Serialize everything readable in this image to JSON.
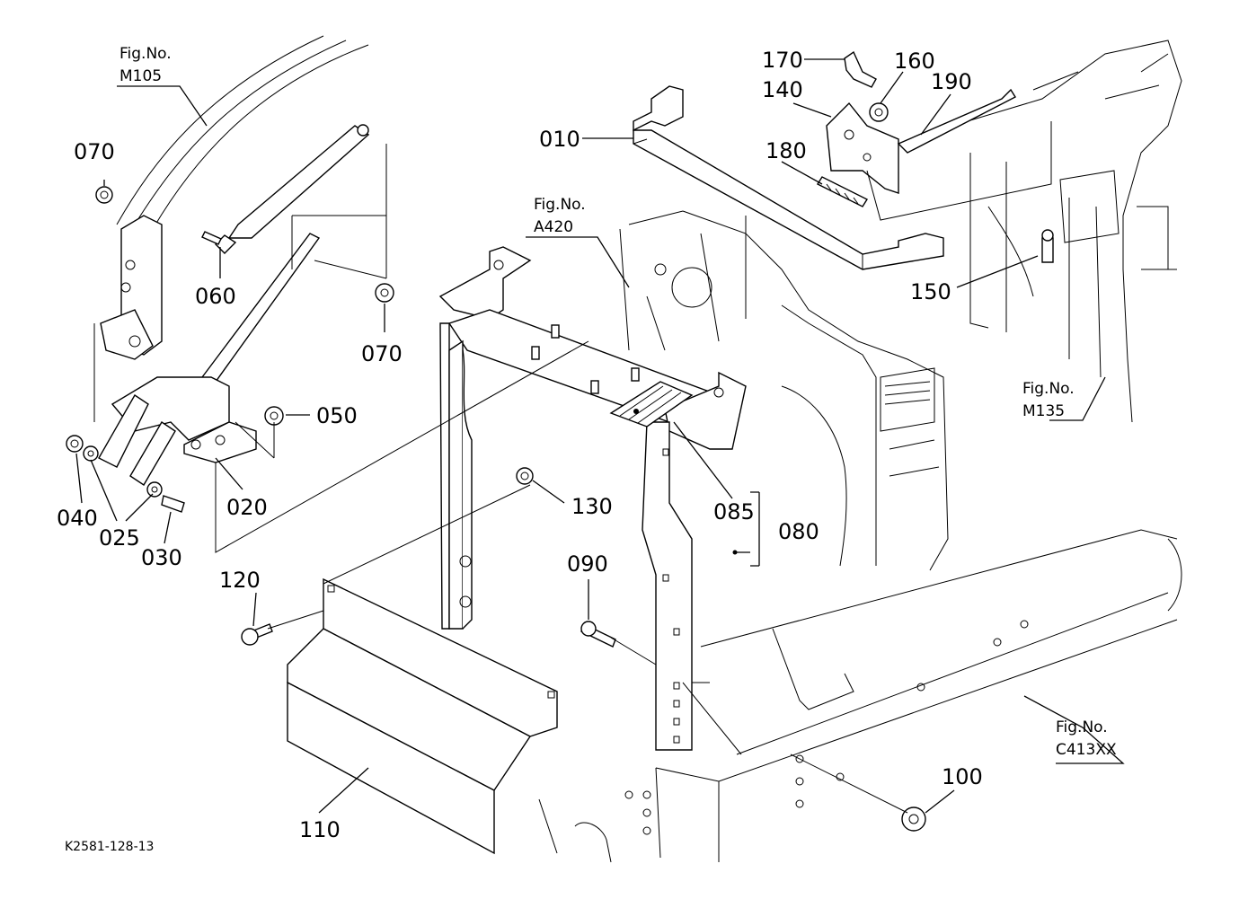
{
  "diagram": {
    "code": "K2581-128-13",
    "part_labels": {
      "p010": "010",
      "p020": "020",
      "p025": "025",
      "p030": "030",
      "p040": "040",
      "p050": "050",
      "p060": "060",
      "p070a": "070",
      "p070b": "070",
      "p080": "080",
      "p085": "085",
      "p090": "090",
      "p100": "100",
      "p110": "110",
      "p120": "120",
      "p130": "130",
      "p140": "140",
      "p150": "150",
      "p160": "160",
      "p170": "170",
      "p180": "180",
      "p190": "190"
    },
    "fig_refs": {
      "m105": {
        "caption": "Fig.No.",
        "number": "M105"
      },
      "a420": {
        "caption": "Fig.No.",
        "number": "A420"
      },
      "m135": {
        "caption": "Fig.No.",
        "number": "M135"
      },
      "c413": {
        "caption": "Fig.No.",
        "number": "C413XX"
      }
    }
  }
}
